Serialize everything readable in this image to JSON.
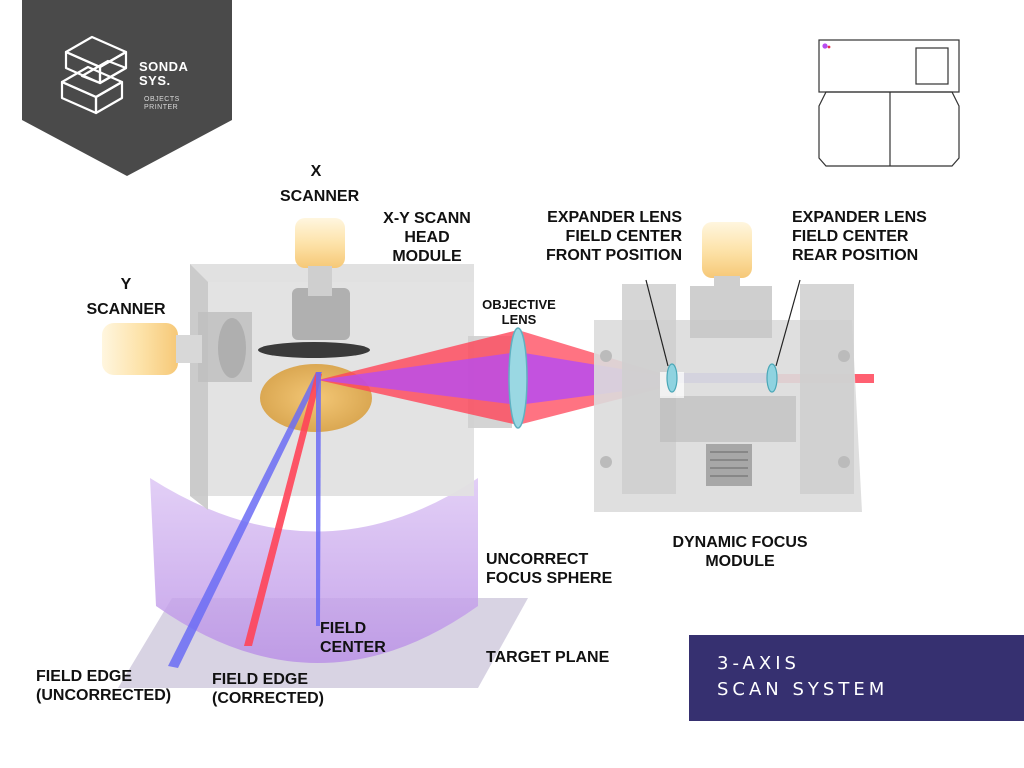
{
  "brand": {
    "name_line1": "SONDA",
    "name_line2": "SYS.",
    "tagline_line1": "OBJECTS",
    "tagline_line2": "PRINTER",
    "logo_color": "#4a4a4a"
  },
  "labels": {
    "x_scanner": [
      "X",
      "SCANNER"
    ],
    "y_scanner": [
      "Y",
      "SCANNER"
    ],
    "xy_head": [
      "X-Y SCANN",
      "HEAD",
      "MODULE"
    ],
    "objective_lens": [
      "OBJECTIVE",
      "LENS"
    ],
    "expander_front": [
      "EXPANDER LENS",
      "FIELD CENTER",
      "FRONT POSITION"
    ],
    "expander_rear": [
      "EXPANDER LENS",
      "FIELD CENTER",
      "REAR POSITION"
    ],
    "dynamic_focus": [
      "DYNAMIC FOCUS",
      "MODULE"
    ],
    "focus_sphere": [
      "UNCORRECT",
      "FOCUS SPHERE"
    ],
    "target_plane": "TARGET PLANE",
    "field_center": [
      "FIELD",
      "CENTER"
    ],
    "field_edge_uncorrected": [
      "FIELD EDGE",
      "(UNCORRECTED)"
    ],
    "field_edge_corrected": [
      "FIELD EDGE",
      "(CORRECTED)"
    ]
  },
  "title": {
    "line1": "3-AXIS",
    "line2": "SCAN SYSTEM",
    "background": "#363070"
  },
  "colors": {
    "housing": "#d9d9d9",
    "red_beam": "#ff3b4e",
    "violet_beam": "#b84cf0",
    "blue_beam": "#6b6cf5",
    "sphere": "#c9a4ec",
    "plane": "#cdc6dd",
    "mirror": "#e8a948",
    "lens": "#8fd3e0"
  },
  "icons": {
    "logo": "sondasys-logo-icon",
    "machine": "printer-machine-icon"
  }
}
